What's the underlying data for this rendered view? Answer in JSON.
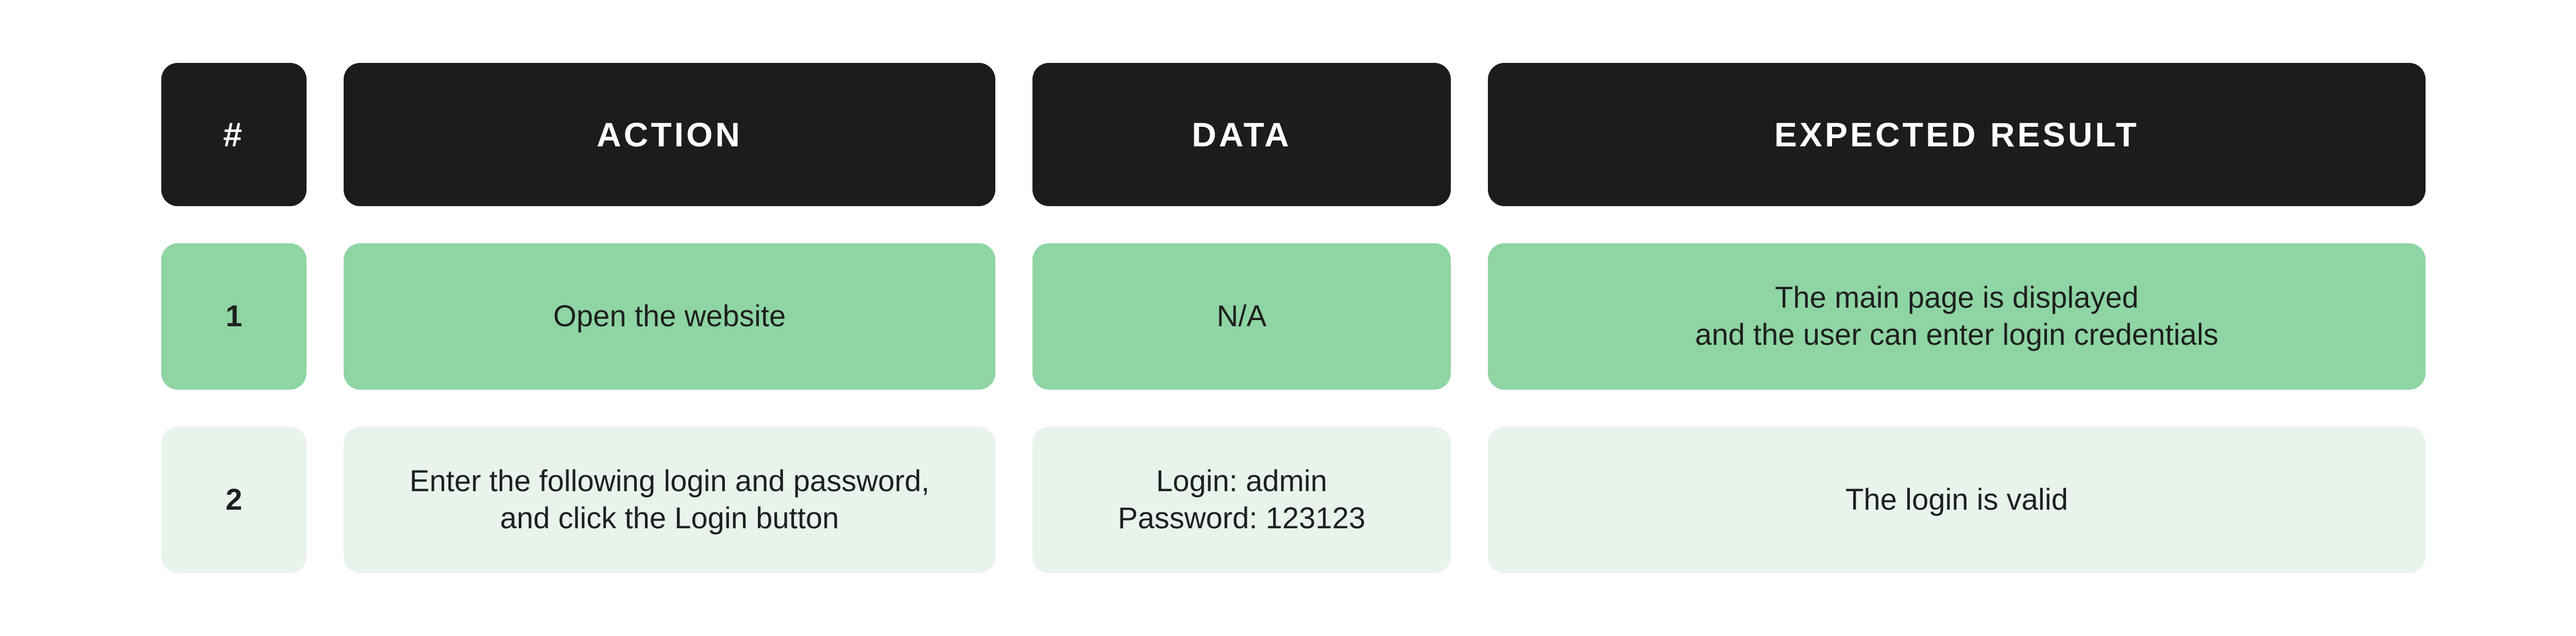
{
  "table": {
    "headers": [
      {
        "label": "#"
      },
      {
        "label": "ACTION"
      },
      {
        "label": "DATA"
      },
      {
        "label": "EXPECTED RESULT"
      }
    ],
    "rows": [
      {
        "number": "1",
        "action": "Open the website",
        "data": "N/A",
        "expected_result": "The main page is displayed\nand the user can enter login credentials"
      },
      {
        "number": "2",
        "action": "Enter the following login and password,\nand click the Login button",
        "data": "Login: admin\nPassword: 123123",
        "expected_result": "The login is valid"
      }
    ]
  },
  "colors": {
    "page_bg": "#FFFFFF",
    "header_bg": "#1C1C1C",
    "header_text": "#FFFFFF",
    "row1_bg": "#8FD5A4",
    "row2_bg": "#E8F3EB",
    "body_text": "#1E201F"
  }
}
